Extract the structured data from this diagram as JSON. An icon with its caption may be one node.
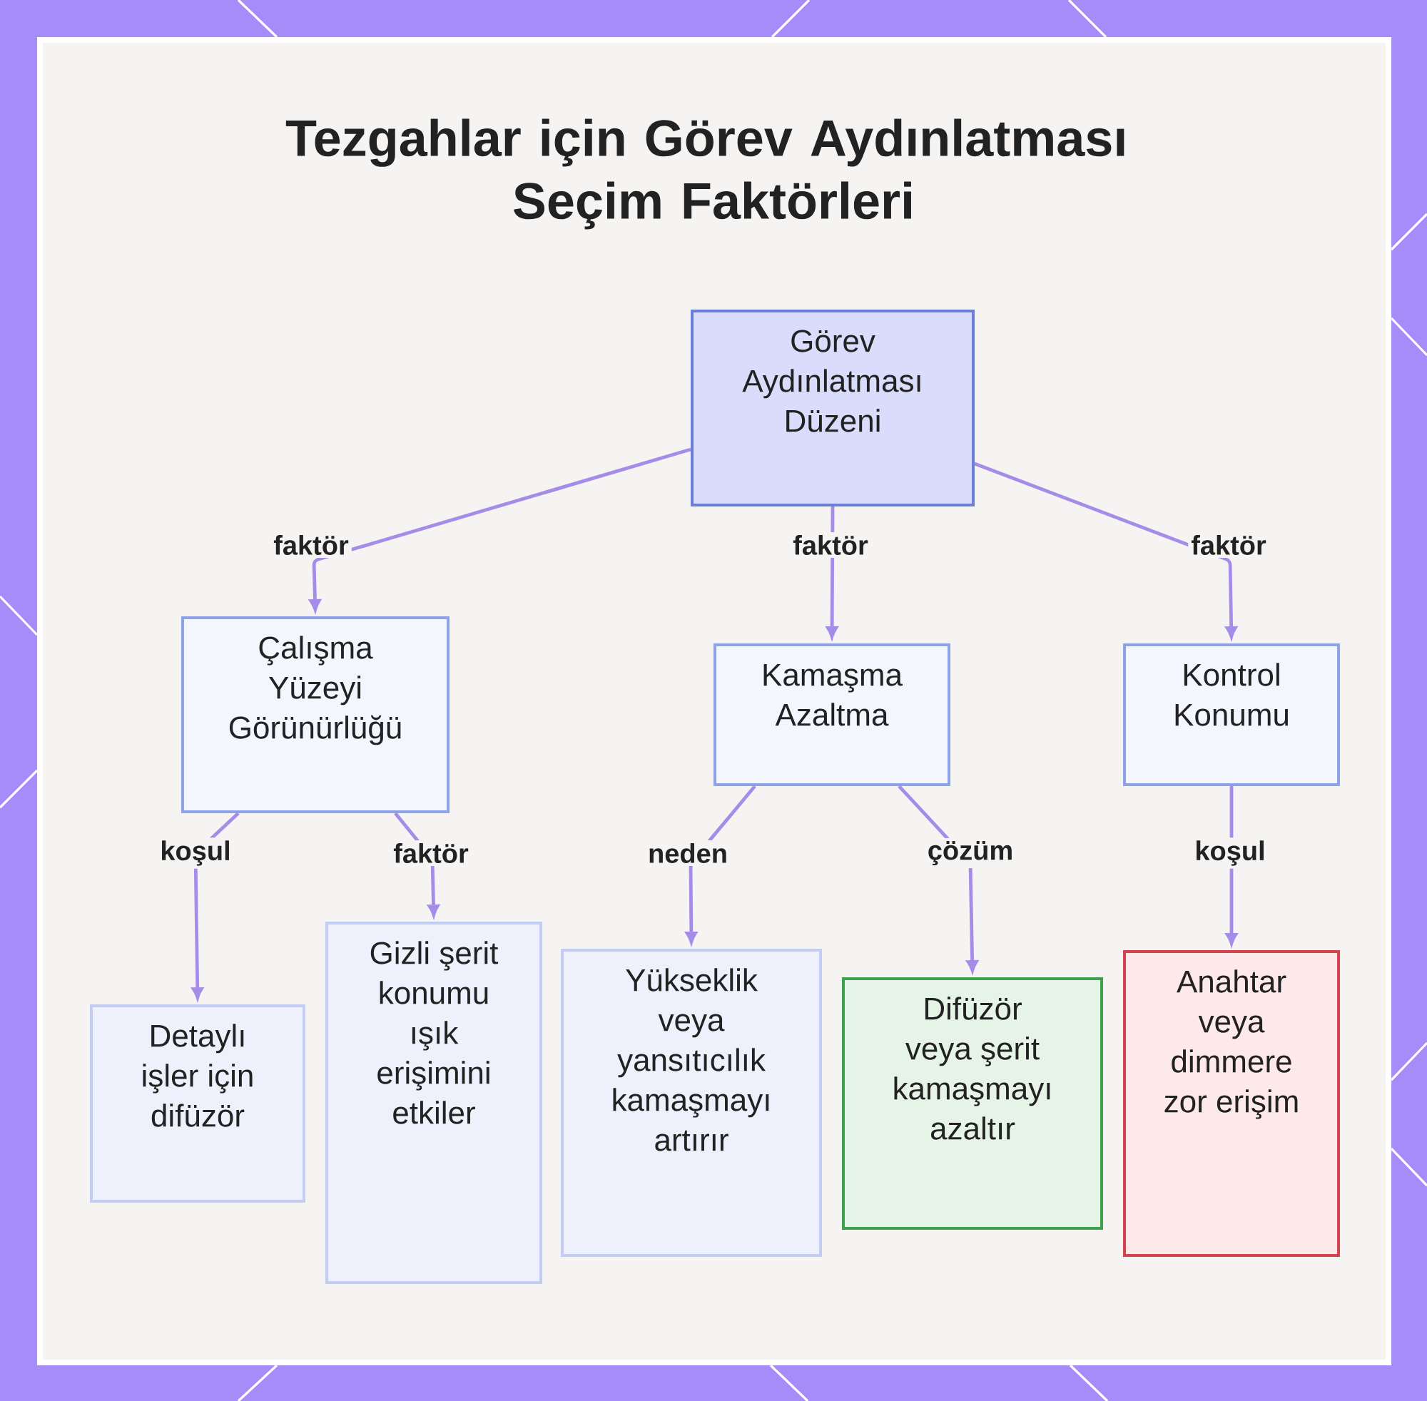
{
  "diagram": {
    "title": "Tezgahlar için Görev Aydınlatması Seçim Faktörleri",
    "nodes": [
      {
        "text": [
          "Görev Aydınlatması Düzeni"
        ]
      },
      {
        "text": [
          "Çalışma Yüzeyi Görünürlüğü"
        ]
      },
      {
        "text": [
          "Kamaşma Azaltma"
        ]
      },
      {
        "text": [
          "Kontrol Konumu"
        ]
      },
      {
        "text": [
          "Detaylı işler için difüzör"
        ]
      },
      {
        "text": [
          "Gizli şerit konumu ışık erişimini etkiler"
        ]
      },
      {
        "text": [
          "Yükseklik veya yansıtıcılık kamaşmayı artırır"
        ]
      },
      {
        "text": [
          "Difüzör veya şerit kamaşmayı azaltır"
        ]
      },
      {
        "text": [
          "Anahtar veya dimmere zor erişim"
        ]
      }
    ],
    "edges": [
      {
        "from": 0,
        "to": 1,
        "arrow": "to",
        "label": "faktör"
      },
      {
        "from": 0,
        "to": 2,
        "arrow": "to",
        "label": "faktör"
      },
      {
        "from": 0,
        "to": 3,
        "arrow": "to",
        "label": "faktör"
      },
      {
        "from": 1,
        "to": 4,
        "arrow": "to",
        "label": "koşul"
      },
      {
        "from": 1,
        "to": 5,
        "arrow": "to",
        "label": "faktör"
      },
      {
        "from": 2,
        "to": 6,
        "arrow": "to",
        "label": "neden"
      },
      {
        "from": 2,
        "to": 7,
        "arrow": "to",
        "label": "çözüm"
      },
      {
        "from": 3,
        "to": 8,
        "arrow": "to",
        "label": "koşul"
      }
    ]
  }
}
